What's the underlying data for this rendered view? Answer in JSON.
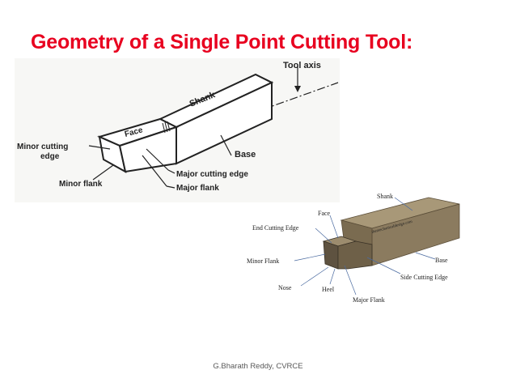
{
  "title": "Geometry of a Single Point Cutting Tool:",
  "sketch": {
    "tool_axis": "Tool axis",
    "shank": "Shank",
    "face": "Face",
    "minor_cutting_edge_1": "Minor cutting",
    "minor_cutting_edge_2": "edge",
    "base": "Base",
    "major_cutting_edge": "Major cutting edge",
    "minor_flank": "Minor flank",
    "major_flank": "Major flank"
  },
  "render": {
    "shank": "Shank",
    "face": "Face",
    "end_cutting_edge": "End Cutting Edge",
    "minor_flank": "Minor Flank",
    "base": "Base",
    "side_cutting_edge": "Side Cutting Edge",
    "nose": "Nose",
    "heel": "Heel",
    "major_flank": "Major Flank",
    "watermark": "themechanicaldesign.com"
  },
  "footer": "G.Bharath Reddy, CVRCE",
  "colors": {
    "title": "#e8001f",
    "tool_body": "#8b7b5f",
    "tool_top": "#a89878",
    "label_line": "#4a6aa0"
  }
}
